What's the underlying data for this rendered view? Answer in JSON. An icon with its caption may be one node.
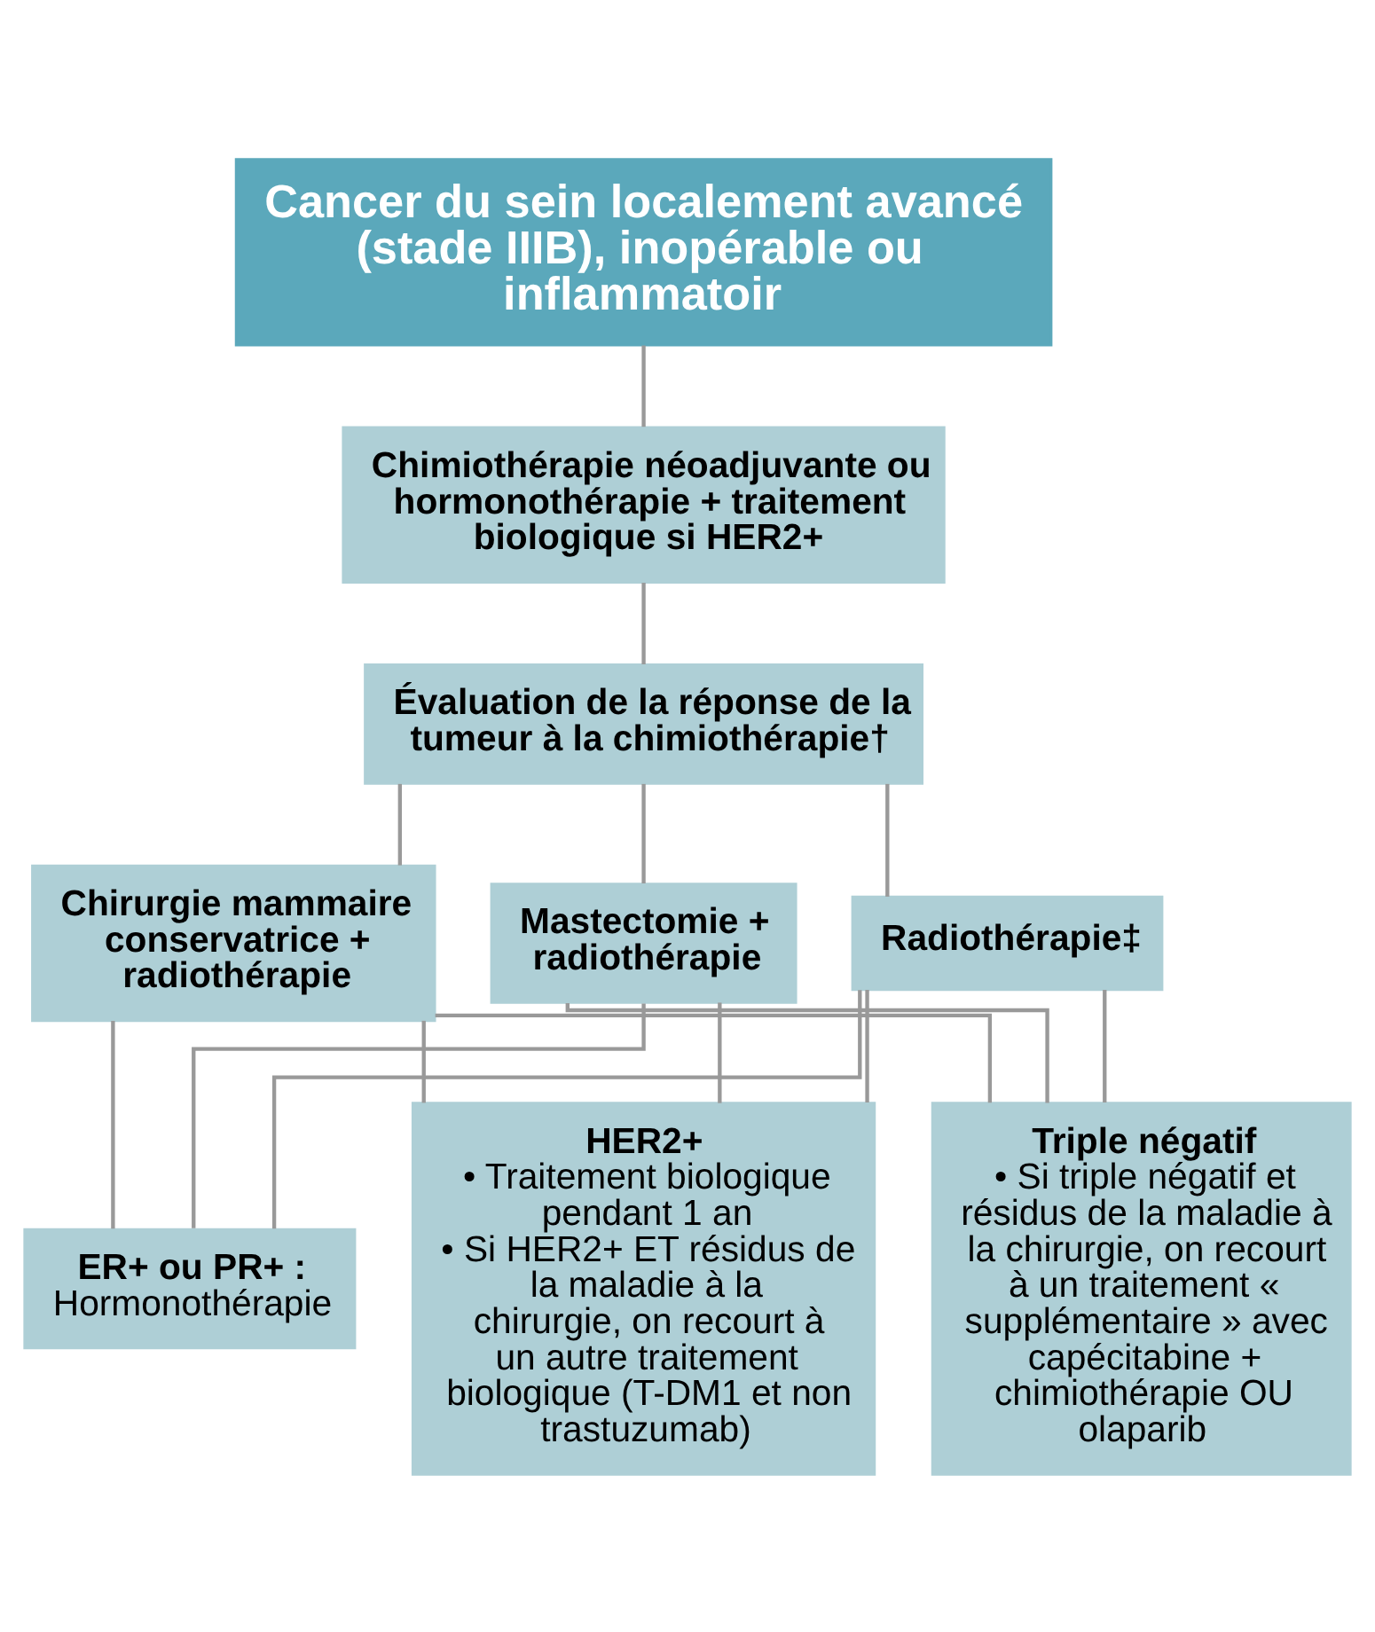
{
  "diagram": {
    "nodes": [
      {
        "text": [
          "Cancer du sein localement avancé (stade IIIB), inopérable ou inflammatoir"
        ]
      },
      {
        "text": [
          "Chimiothérapie néoadjuvante ou hormonothérapie + traitement biologique si HER2+"
        ]
      },
      {
        "text": [
          "Évaluation de la réponse de la tumeur à la chimiothérapie†"
        ]
      },
      {
        "text": [
          "Chirurgie mammaire conservatrice + radiothérapie"
        ]
      },
      {
        "text": [
          "Mastectomie + radiothérapie"
        ]
      },
      {
        "text": [
          "Radiothérapie‡"
        ]
      },
      {
        "text": [
          "ER+ ou PR+ :",
          "Hormonothérapie"
        ]
      },
      {
        "text": [
          "HER2+",
          "• Traitement biologique pendant 1 an",
          "• Si HER2+ ET résidus de la maladie à la chirurgie, on recourt à un autre traitement biologique (T-DM1 et non trastuzumab)"
        ]
      },
      {
        "text": [
          "Triple négatif",
          "• Si triple négatif et résidus de la maladie à la chirurgie, on recourt à un traitement « supplémentaire » avec capécitabine + chimiothérapie OU olaparib"
        ]
      }
    ],
    "edges": [
      {
        "from": 0,
        "to": 1,
        "arrow": "none"
      },
      {
        "from": 1,
        "to": 2,
        "arrow": "none"
      },
      {
        "from": 2,
        "to": 3,
        "arrow": "none"
      },
      {
        "from": 2,
        "to": 4,
        "arrow": "none"
      },
      {
        "from": 2,
        "to": 5,
        "arrow": "none"
      },
      {
        "from": 3,
        "to": 6,
        "arrow": "none"
      },
      {
        "from": 3,
        "to": 7,
        "arrow": "none"
      },
      {
        "from": 3,
        "to": 8,
        "arrow": "none"
      },
      {
        "from": 4,
        "to": 6,
        "arrow": "none"
      },
      {
        "from": 4,
        "to": 7,
        "arrow": "none"
      },
      {
        "from": 4,
        "to": 8,
        "arrow": "none"
      },
      {
        "from": 5,
        "to": 6,
        "arrow": "none"
      },
      {
        "from": 5,
        "to": 7,
        "arrow": "none"
      },
      {
        "from": 5,
        "to": 8,
        "arrow": "none"
      }
    ]
  }
}
